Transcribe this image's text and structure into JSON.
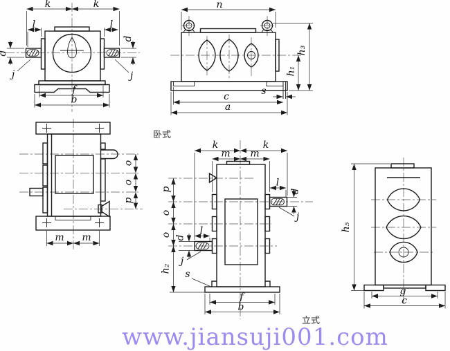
{
  "watermark": {
    "text": "www.jiansuji001.com",
    "color": "#9b8cf0"
  },
  "captions": {
    "horizontal": "卧式",
    "vertical": "立式"
  },
  "front_view": {
    "k_left": "k",
    "k_right": "k",
    "l_left": "l",
    "l_right": "l",
    "d_left": "d",
    "d_right": "d",
    "j_left": "j",
    "j_right": "j",
    "f": "f",
    "b": "b"
  },
  "side_view": {
    "n": "n",
    "h3": "h₃",
    "h1": "h₁",
    "s": "s",
    "c": "c",
    "a": "a"
  },
  "plan_view": {
    "o_upper": "o",
    "o_lower": "o",
    "p": "p",
    "m_left": "m",
    "m_right": "m"
  },
  "vertical_front_view": {
    "k_left": "k",
    "k_right": "k",
    "m_left": "m",
    "m_right": "m",
    "p": "p",
    "o_upper": "o",
    "o_lower": "o",
    "l_right": "l",
    "d_right": "d",
    "j_right": "j",
    "l_left": "l",
    "d_left": "d",
    "j_left": "j",
    "h2": "h₂",
    "s": "s",
    "f": "f",
    "b": "b"
  },
  "vertical_side_view": {
    "h5": "h₅",
    "g": "g",
    "c": "c"
  }
}
